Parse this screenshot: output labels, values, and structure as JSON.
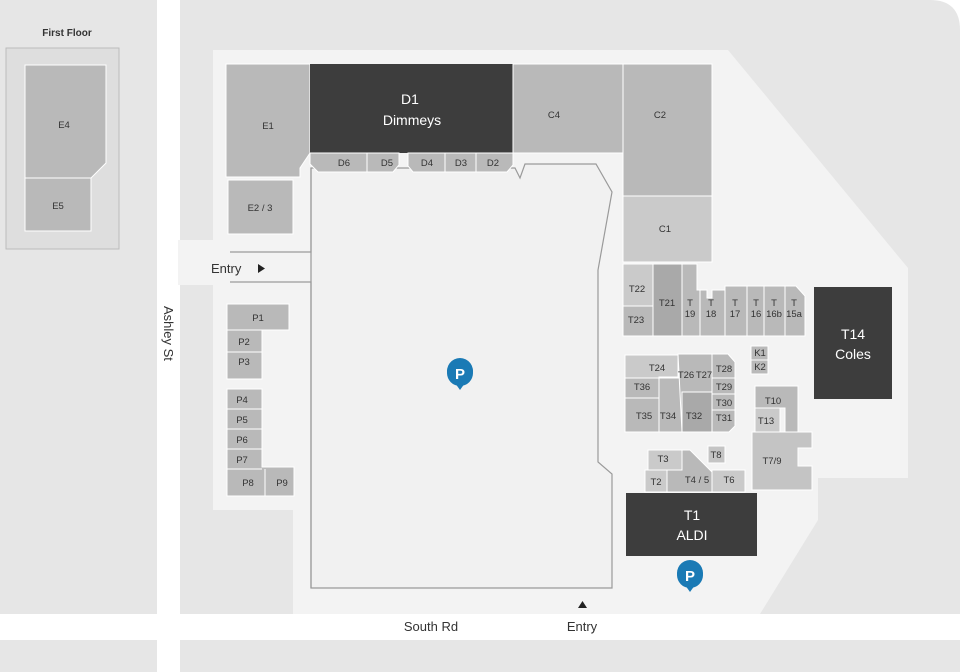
{
  "first_floor": {
    "title": "First Floor",
    "shops": [
      {
        "id": "E4",
        "label": "E4"
      },
      {
        "id": "E5",
        "label": "E5"
      }
    ]
  },
  "streets": {
    "ashley": "Ashley St",
    "south": "South Rd"
  },
  "entries": {
    "west": "Entry",
    "south": "Entry"
  },
  "parking": {
    "icon": "parking-icon",
    "glyph": "P",
    "color": "#1a7ab5"
  },
  "colors": {
    "shop": "#b9b9b9",
    "shop_dark": "#3d3d3d",
    "ground": "#efefef",
    "block": "#e6e6e6",
    "road": "#ffffff"
  },
  "shops": {
    "E1": "E1",
    "E23": "E2 / 3",
    "D1_code": "D1",
    "D1_name": "Dimmeys",
    "D6": "D6",
    "D5": "D5",
    "D4": "D4",
    "D3": "D3",
    "D2": "D2",
    "C4": "C4",
    "C2": "C2",
    "C1": "C1",
    "T22": "T22",
    "T21": "T21",
    "T23": "T23",
    "T19": "19",
    "T18": "18",
    "T17": "17",
    "T16": "16",
    "T16b": "16b",
    "T15a": "15a",
    "T_letter": "T",
    "T14_code": "T14",
    "T14_name": "Coles",
    "K1": "K1",
    "K2": "K2",
    "T24": "T24",
    "T36": "T36",
    "T26": "T26",
    "T27": "T27",
    "T28": "T28",
    "T29": "T29",
    "T30": "T30",
    "T31": "T31",
    "T35": "T35",
    "T34": "T34",
    "T32": "T32",
    "T10": "T10",
    "T13": "T13",
    "T79": "T7/9",
    "T8": "T8",
    "T3": "T3",
    "T2": "T2",
    "T45": "T4 / 5",
    "T6": "T6",
    "T1_code": "T1",
    "T1_name": "ALDI",
    "P1": "P1",
    "P2": "P2",
    "P3": "P3",
    "P4": "P4",
    "P5": "P5",
    "P6": "P6",
    "P7": "P7",
    "P8": "P8",
    "P9": "P9"
  }
}
